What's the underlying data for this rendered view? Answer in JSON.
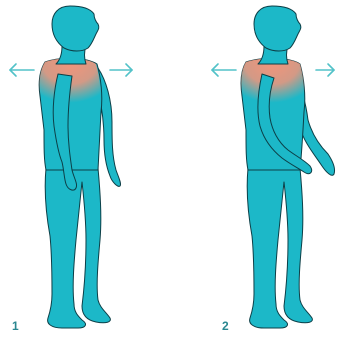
{
  "colors": {
    "body": "#1cb8c8",
    "outline": "#0c3f47",
    "highlight": "#f3947a",
    "arrow": "#52c2c8",
    "label": "#2a8790"
  },
  "figures": [
    {
      "step": "1",
      "pose": "arms-at-sides",
      "arrow_directions": [
        "left",
        "right"
      ]
    },
    {
      "step": "2",
      "pose": "arms-raised-forward",
      "arrow_directions": [
        "left",
        "right"
      ]
    }
  ]
}
